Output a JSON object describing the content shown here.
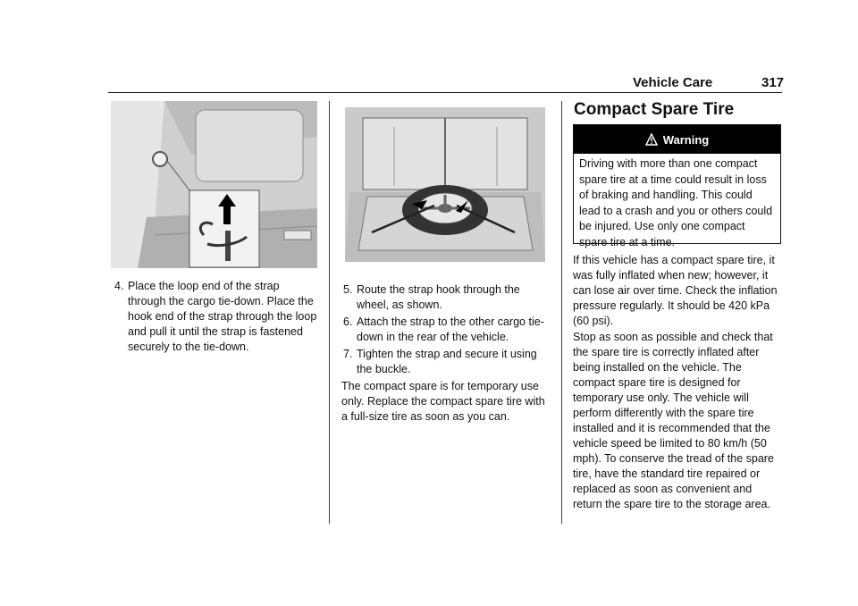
{
  "header": {
    "section": "Vehicle Care",
    "page_number": "317"
  },
  "column_left": {
    "figure_icon": "cargo-tie-down-strap-illustration",
    "steps": [
      {
        "number": "4.",
        "text": "Place the loop end of the strap through the cargo tie-down. Place the hook end of the strap through the loop and pull it until the strap is fastened securely to the tie-down."
      }
    ]
  },
  "column_middle": {
    "figure_icon": "spare-tire-in-cargo-well-illustration",
    "steps": [
      {
        "number": "5.",
        "text": "Route the strap hook through the wheel, as shown."
      },
      {
        "number": "6.",
        "text": "Attach the strap to the other cargo tie-down in the rear of the vehicle."
      },
      {
        "number": "7.",
        "text": "Tighten the strap and secure it using the buckle."
      }
    ],
    "paragraph": "The compact spare is for temporary use only. Replace the compact spare tire with a full-size tire as soon as you can."
  },
  "column_right": {
    "title": "Compact Spare Tire",
    "warning": {
      "label": "Warning",
      "icon": "warning-triangle-icon",
      "text": "Driving with more than one compact spare tire at a time could result in loss of braking and handling. This could lead to a crash and you or others could be injured. Use only one compact spare tire at a time."
    },
    "paragraphs": [
      "If this vehicle has a compact spare tire, it was fully inflated when new; however, it can lose air over time. Check the inflation pressure regularly. It should be 420 kPa (60 psi).",
      "Stop as soon as possible and check that the spare tire is correctly inflated after being installed on the vehicle. The compact spare tire is designed for temporary use only. The vehicle will perform differently with the spare tire installed and it is recommended that the vehicle speed be limited to 80 km/h (50 mph). To conserve the tread of the spare tire, have the standard tire repaired or replaced as soon as convenient and return the spare tire to the storage area."
    ]
  }
}
